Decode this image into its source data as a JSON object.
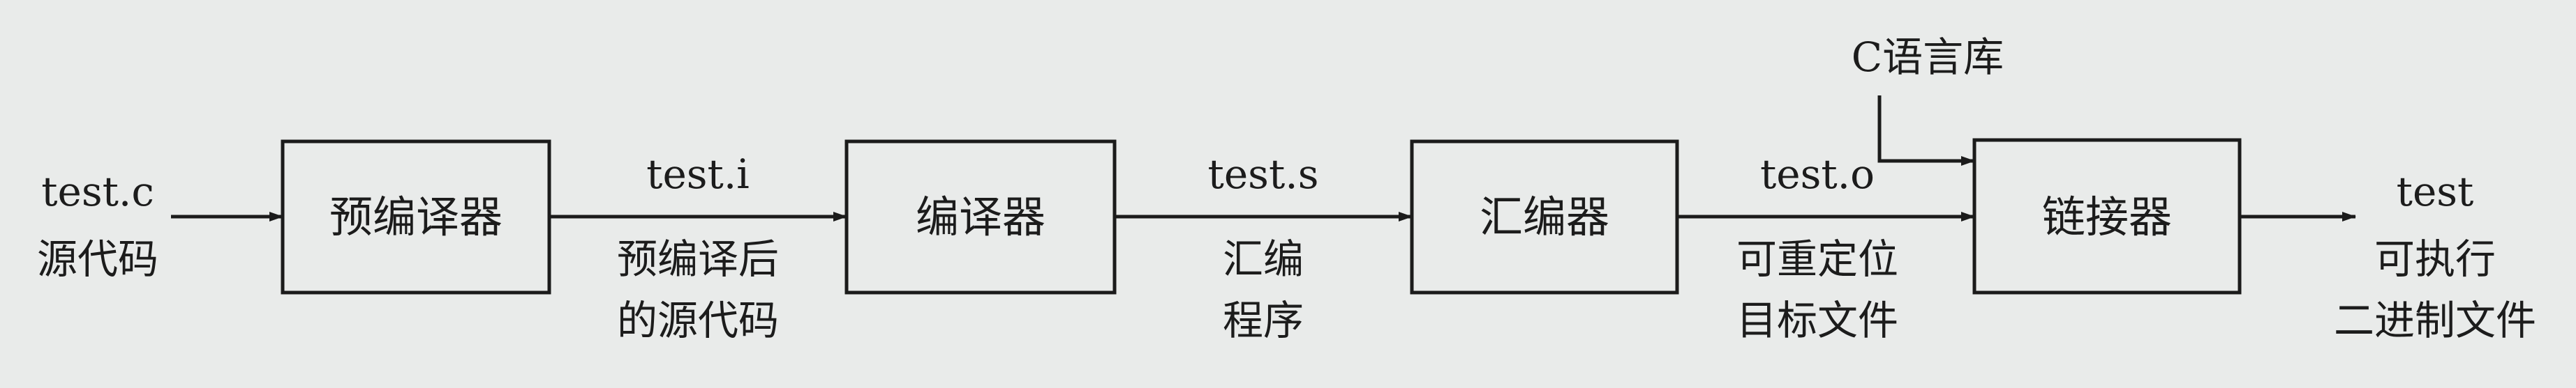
{
  "input": {
    "file": "test.c",
    "desc": "源代码"
  },
  "stages": [
    {
      "name": "预编译器"
    },
    {
      "name": "编译器"
    },
    {
      "name": "汇编器"
    },
    {
      "name": "链接器"
    }
  ],
  "edges": [
    {
      "file": "test.i",
      "desc_lines": [
        "预编译后",
        "的源代码"
      ]
    },
    {
      "file": "test.s",
      "desc_lines": [
        "汇编",
        "程序"
      ]
    },
    {
      "file": "test.o",
      "desc_lines": [
        "可重定位",
        "目标文件"
      ]
    }
  ],
  "library": {
    "name": "C语言库"
  },
  "output": {
    "file": "test",
    "desc_lines": [
      "可执行",
      "二进制文件"
    ]
  }
}
